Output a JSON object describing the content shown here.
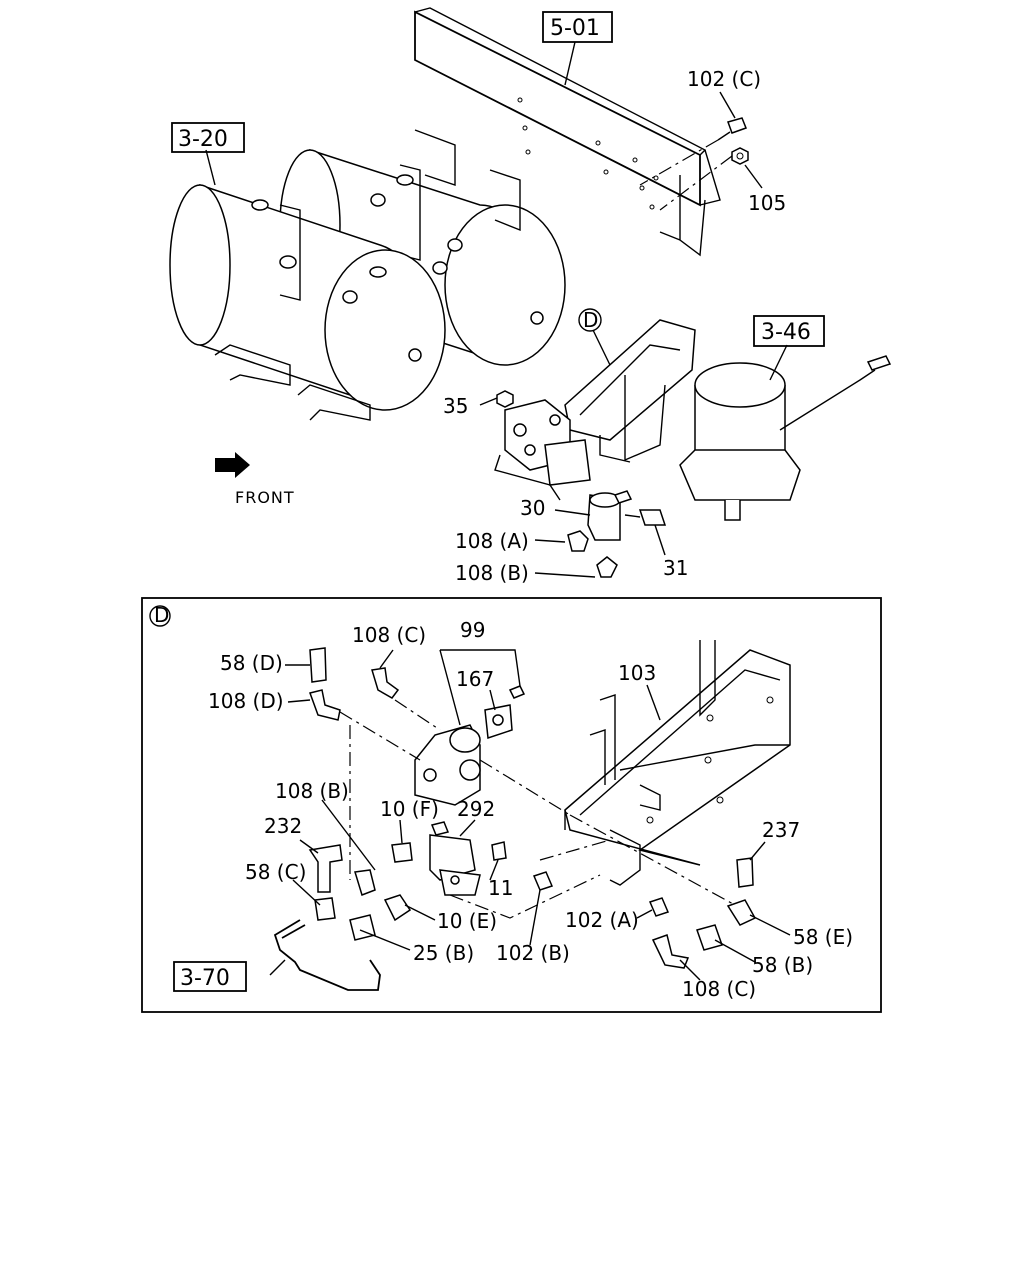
{
  "labels": {
    "ref_5_01": "5-01",
    "ref_3_20": "3-20",
    "ref_3_46": "3-46",
    "ref_3_70": "3-70",
    "p102c_top": "102 (C)",
    "p105": "105",
    "pD_top": "D",
    "p35": "35",
    "p30": "30",
    "p31": "31",
    "p108a_top": "108 (A)",
    "p108b_top": "108 (B)",
    "front": "FRONT",
    "pD_box": "D",
    "p58d": "58 (D)",
    "p108d": "108 (D)",
    "p108c_upper": "108 (C)",
    "p99": "99",
    "p167": "167",
    "p103": "103",
    "p108b_mid": "108 (B)",
    "p10f": "10 (F)",
    "p292": "292",
    "p232": "232",
    "p58c": "58 (C)",
    "p11": "11",
    "p10e": "10 (E)",
    "p25b": "25 (B)",
    "p102b": "102 (B)",
    "p102a": "102 (A)",
    "p237": "237",
    "p58e": "58 (E)",
    "p58b": "58 (B)",
    "p108c_lower": "108 (C)"
  }
}
